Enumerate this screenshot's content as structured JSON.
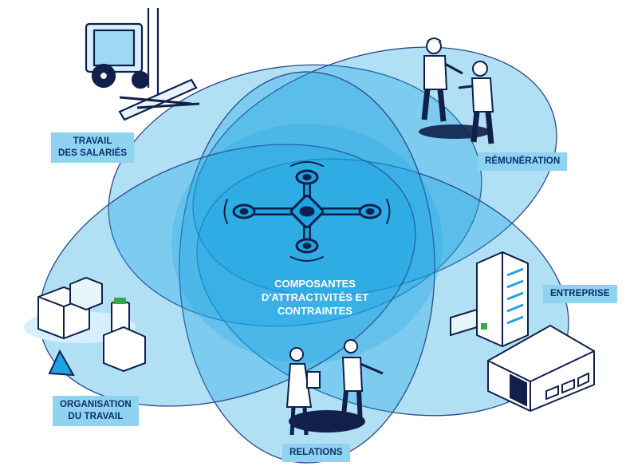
{
  "center": {
    "line1": "COMPOSANTES",
    "line2": "D'ATTRACTIVITÉS ET",
    "line3": "CONTRAINTES"
  },
  "labels": {
    "travail_salaries": {
      "line1": "TRAVAIL",
      "line2": "DES SALARIÉS"
    },
    "remuneration": "RÉMUNÉRATION",
    "entreprise": "ENTREPRISE",
    "organisation_travail": {
      "line1": "ORGANISATION",
      "line2": "DU TRAVAIL"
    },
    "relations": "RELATIONS"
  },
  "icons": [
    "drone-icon",
    "forklift-icon",
    "workers-handshake-icon",
    "office-building-icon",
    "warehouse-icon",
    "blocks-icon",
    "workers-discussion-icon"
  ],
  "colors": {
    "petal_fill": "#1ba3e3",
    "petal_stroke": "#2a4a8c",
    "label_bg": "#8fd3f0",
    "label_text": "#0b2f6b",
    "ink": "#10204a",
    "center_text": "#ffffff"
  }
}
